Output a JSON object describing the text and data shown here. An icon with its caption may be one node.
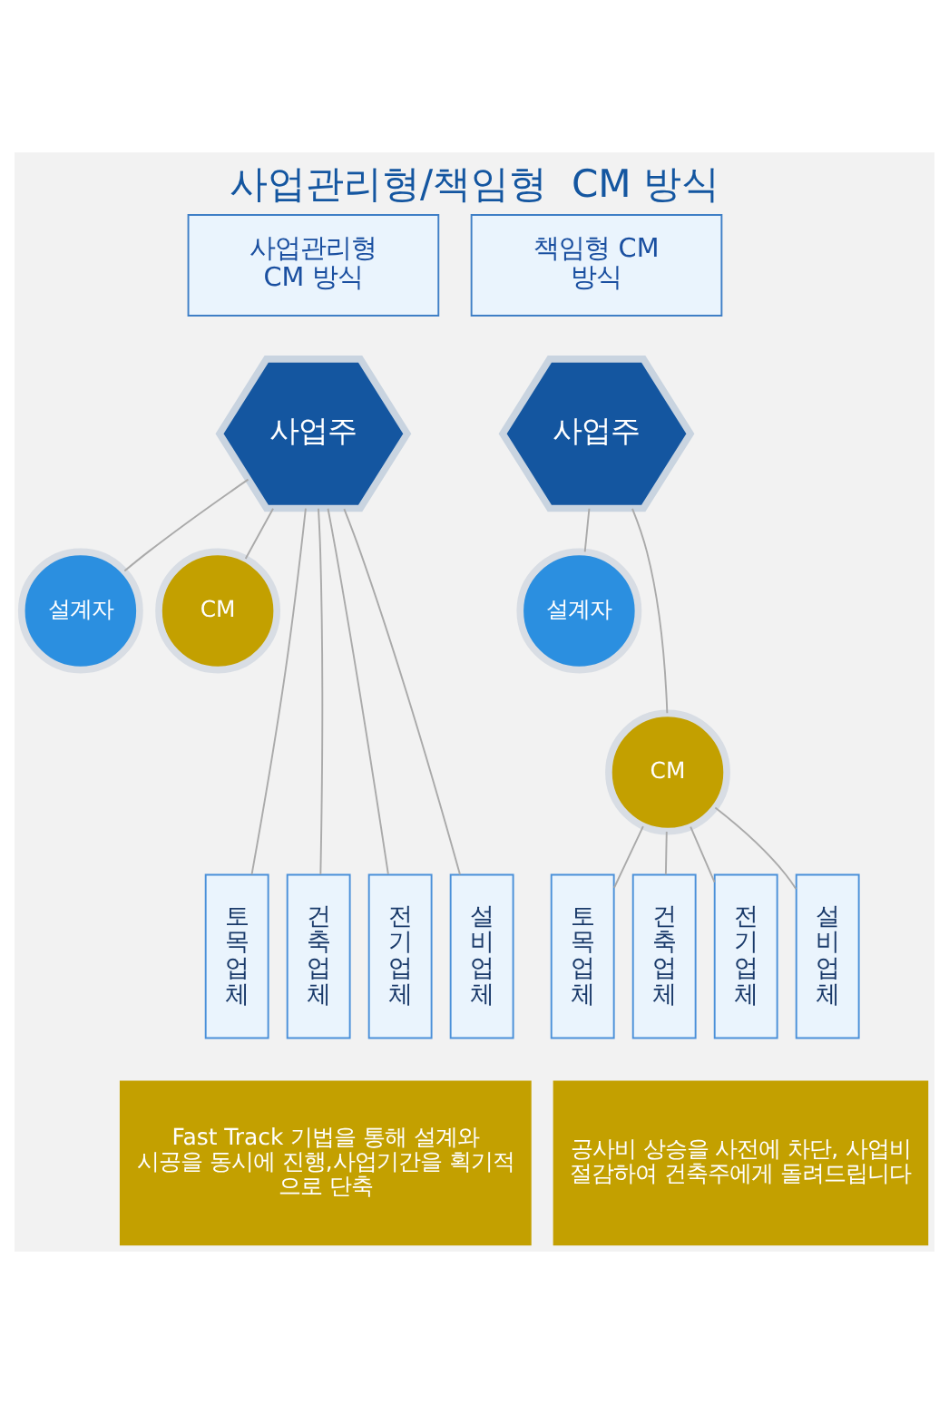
{
  "diagram": {
    "title": "사업관리형/책임형  CM 방식",
    "nodes": [
      {
        "text": [
          "사업관리형 CM 방식"
        ]
      },
      {
        "text": [
          "사업주"
        ]
      },
      {
        "text": [
          "설계자"
        ]
      },
      {
        "text": [
          "CM"
        ]
      },
      {
        "text": [
          "토목업체"
        ]
      },
      {
        "text": [
          "건축업체"
        ]
      },
      {
        "text": [
          "전기업체"
        ]
      },
      {
        "text": [
          "설비업체"
        ]
      },
      {
        "text": [
          "Fast Track 기법을 통해 설계와 시공을 동시에 진행,사업기간을 획기적 으로 단축"
        ]
      },
      {
        "text": [
          "책임형 CM 방식"
        ]
      },
      {
        "text": [
          "사업주"
        ]
      },
      {
        "text": [
          "설계자"
        ]
      },
      {
        "text": [
          "CM"
        ]
      },
      {
        "text": [
          "토목업체"
        ]
      },
      {
        "text": [
          "건축업체"
        ]
      },
      {
        "text": [
          "전기업체"
        ]
      },
      {
        "text": [
          "설비업체"
        ]
      },
      {
        "text": [
          "공사비 상승을 사전에 차단, 사업비 절감하여 건축주에게 돌려드립니다"
        ]
      }
    ],
    "edges": [
      {
        "from": 1,
        "to": 2,
        "arrow": "none"
      },
      {
        "from": 1,
        "to": 3,
        "arrow": "none"
      },
      {
        "from": 1,
        "to": 4,
        "arrow": "none"
      },
      {
        "from": 1,
        "to": 5,
        "arrow": "none"
      },
      {
        "from": 1,
        "to": 6,
        "arrow": "none"
      },
      {
        "from": 1,
        "to": 7,
        "arrow": "none"
      },
      {
        "from": 10,
        "to": 11,
        "arrow": "none"
      },
      {
        "from": 10,
        "to": 12,
        "arrow": "none"
      },
      {
        "from": 12,
        "to": 13,
        "arrow": "none"
      },
      {
        "from": 12,
        "to": 14,
        "arrow": "none"
      },
      {
        "from": 12,
        "to": 15,
        "arrow": "none"
      },
      {
        "from": 12,
        "to": 16,
        "arrow": "none"
      }
    ]
  }
}
